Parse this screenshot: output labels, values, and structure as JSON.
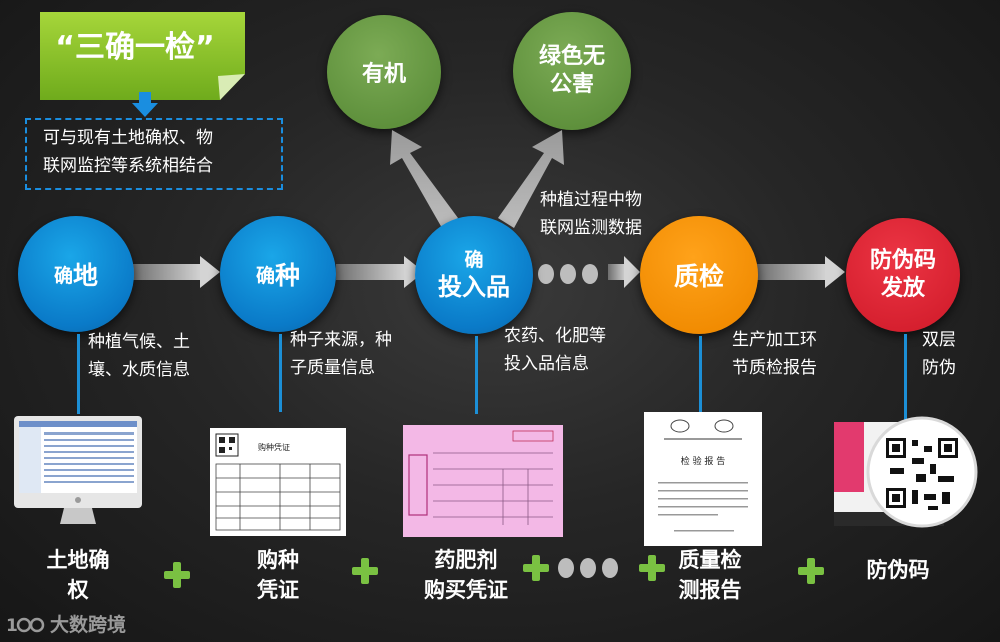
{
  "banner": {
    "title": "“三确一检”"
  },
  "note": {
    "line1": "可与现有土地确权、物",
    "line2": "联网监控等系统相结合"
  },
  "nodes": {
    "land": {
      "small": "确",
      "big": "地"
    },
    "seed": {
      "small": "确",
      "big": "种"
    },
    "input": {
      "line1": "确",
      "line2": "投入品"
    },
    "quality": {
      "label": "质检"
    },
    "anti": {
      "line1": "防伪码",
      "line2": "发放"
    }
  },
  "top_nodes": {
    "organic": "有机",
    "green_line1": "绿色无",
    "green_line2": "公害"
  },
  "descriptions": {
    "land": {
      "line1": "种植气候、土",
      "line2": "壤、水质信息"
    },
    "seed": {
      "line1": "种子来源，种",
      "line2": "子质量信息"
    },
    "input_above": {
      "line1": "种植过程中物",
      "line2": "联网监测数据"
    },
    "input_below": {
      "line1": "农药、化肥等",
      "line2": "投入品信息"
    },
    "quality": {
      "line1": "生产加工环",
      "line2": "节质检报告"
    },
    "anti": {
      "line1": "双层",
      "line2": "防伪"
    }
  },
  "documents": {
    "seed_doc_title": "购种凭证",
    "quality_doc_title": "检 验 报 告"
  },
  "bottom_labels": {
    "land": {
      "line1": "土地确",
      "line2": "权"
    },
    "seed": {
      "line1": "购种",
      "line2": "凭证"
    },
    "input": {
      "line1": "药肥剂",
      "line2": "购买凭证"
    },
    "quality": {
      "line1": "质量检",
      "line2": "测报告"
    },
    "anti": {
      "line1": "防伪码"
    }
  },
  "watermark": {
    "text": "大数跨境"
  },
  "colors": {
    "blue": "#0a7ac8",
    "green": "#5c8e3a",
    "orange": "#f08a00",
    "red": "#d41e2d",
    "plus": "#7ac142"
  }
}
